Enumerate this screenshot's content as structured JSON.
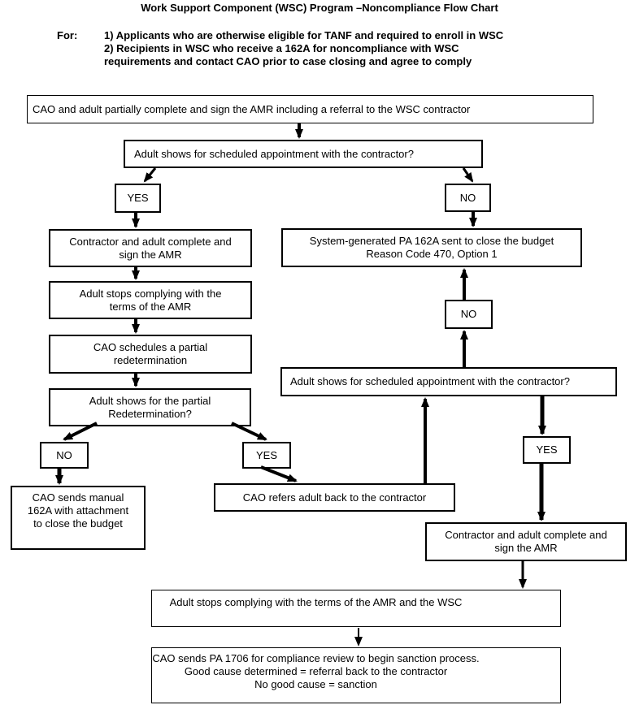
{
  "title": "Work Support Component (WSC) Program –Noncompliance Flow Chart",
  "for_block": {
    "label": "For:",
    "lines": [
      "1) Applicants who are otherwise eligible for TANF and required to enroll in WSC",
      "2) Recipients in WSC who receive a 162A for noncompliance with WSC",
      "requirements and contact CAO prior to case closing and agree to comply"
    ]
  },
  "nodes": {
    "box_a": {
      "label": "CAO and adult partially complete and sign the AMR including a referral to the WSC contractor"
    },
    "box_b": {
      "label": "Adult shows for scheduled appointment with the contractor?"
    },
    "yes1": {
      "label": "YES"
    },
    "no1": {
      "label": "NO"
    },
    "box_c": {
      "lines": [
        "Contractor and adult complete and",
        "sign the AMR"
      ]
    },
    "box_d": {
      "lines": [
        "System-generated PA 162A sent to close the budget",
        "Reason Code 470, Option 1"
      ]
    },
    "box_e": {
      "lines": [
        "Adult stops complying with the",
        "terms of the AMR"
      ]
    },
    "box_f": {
      "lines": [
        "CAO schedules a partial",
        "redetermination"
      ]
    },
    "box_g": {
      "lines": [
        "Adult shows for the partial",
        "Redetermination?"
      ]
    },
    "no2": {
      "label": "NO"
    },
    "yes2": {
      "label": "YES"
    },
    "box_h": {
      "lines": [
        "CAO sends manual",
        "162A with attachment",
        "to close the budget"
      ]
    },
    "box_i": {
      "label": "CAO refers adult back to the contractor"
    },
    "no3": {
      "label": "NO"
    },
    "box_j": {
      "label": "Adult shows for scheduled appointment with the contractor?"
    },
    "yes3": {
      "label": "YES"
    },
    "box_k": {
      "lines": [
        "Contractor and adult complete and",
        "sign the AMR"
      ]
    },
    "box_l": {
      "label": "Adult stops complying with the terms of the AMR and the WSC"
    },
    "box_m": {
      "lines": [
        "CAO sends PA 1706 for compliance review to begin sanction process.",
        "Good cause determined = referral back to the contractor",
        "No good cause = sanction"
      ]
    }
  },
  "colors": {
    "line": "#000000",
    "background": "#ffffff",
    "text": "#000000"
  }
}
